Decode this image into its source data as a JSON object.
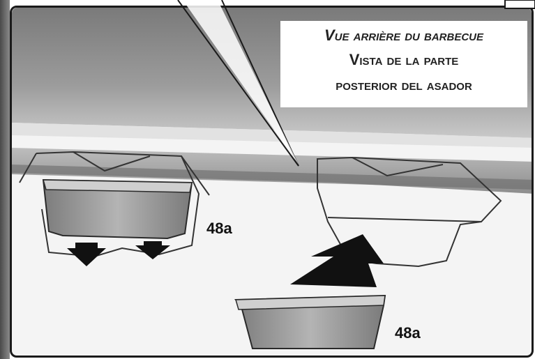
{
  "view_label": {
    "line1": "Vue arrière du barbecue",
    "line2": "Vista de la parte",
    "line3": "posterior del asador"
  },
  "callouts": {
    "upper_pan": "48a",
    "lower_pan": "48a"
  },
  "colors": {
    "frame": "#1a1a1a",
    "arrow": "#111111",
    "pan": "#9a9a9a"
  }
}
